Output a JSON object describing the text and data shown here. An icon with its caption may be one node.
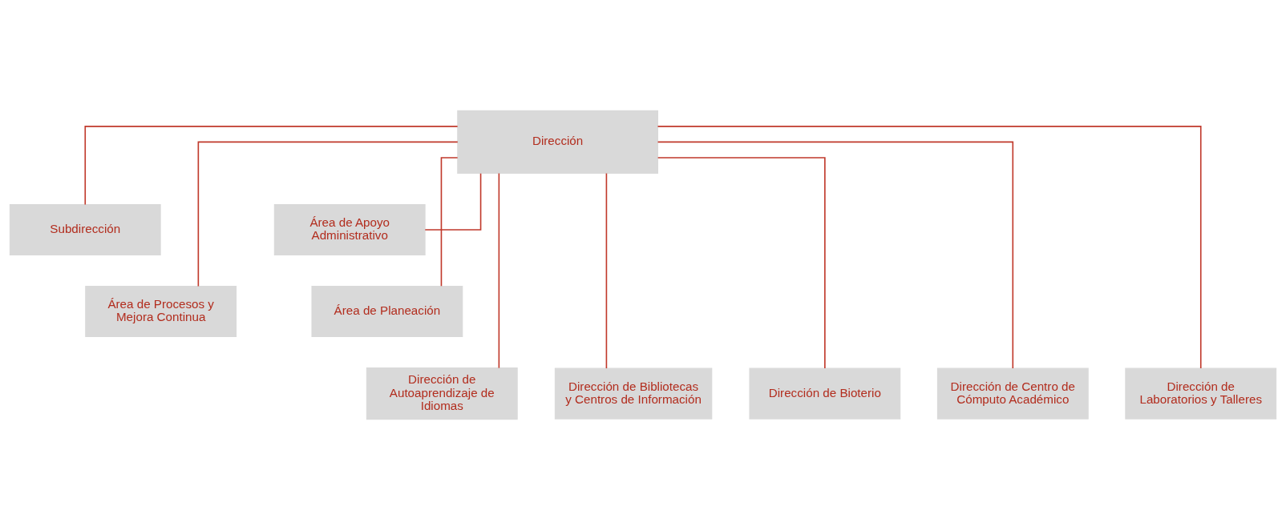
{
  "diagram": {
    "nodes": [
      {
        "text": [
          "Dirección"
        ]
      },
      {
        "text": [
          "Subdirección"
        ]
      },
      {
        "text": [
          "Área de Apoyo Administrativo"
        ]
      },
      {
        "text": [
          "Área de Procesos y Mejora Continua"
        ]
      },
      {
        "text": [
          "Área de Planeación"
        ]
      },
      {
        "text": [
          "Dirección de Autoaprendizaje de Idiomas"
        ]
      },
      {
        "text": [
          "Dirección de Bibliotecas y Centros de Información"
        ]
      },
      {
        "text": [
          "Dirección de Bioterio"
        ]
      },
      {
        "text": [
          "Dirección de Centro de Cómputo Académico"
        ]
      },
      {
        "text": [
          "Dirección de Laboratorios y Talleres"
        ]
      }
    ],
    "edges": [
      {
        "from": 0,
        "to": 1,
        "arrow": "none"
      },
      {
        "from": 0,
        "to": 2,
        "arrow": "none"
      },
      {
        "from": 0,
        "to": 3,
        "arrow": "none"
      },
      {
        "from": 0,
        "to": 4,
        "arrow": "none"
      },
      {
        "from": 0,
        "to": 5,
        "arrow": "none"
      },
      {
        "from": 0,
        "to": 6,
        "arrow": "none"
      },
      {
        "from": 0,
        "to": 7,
        "arrow": "none"
      },
      {
        "from": 0,
        "to": 8,
        "arrow": "none"
      },
      {
        "from": 0,
        "to": 9,
        "arrow": "none"
      }
    ]
  }
}
